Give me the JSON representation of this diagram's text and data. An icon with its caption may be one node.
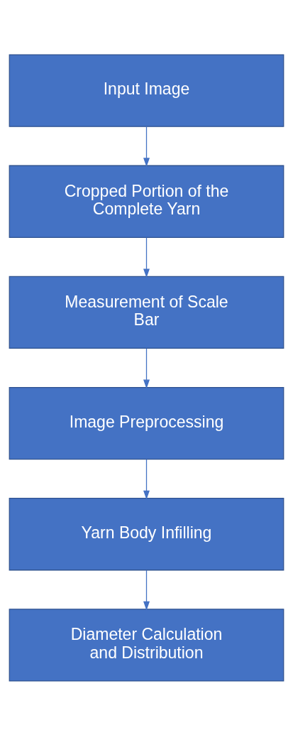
{
  "diagram": {
    "nodes": [
      {
        "text": [
          "Input Image"
        ]
      },
      {
        "text": [
          "Cropped Portion of the Complete Yarn"
        ]
      },
      {
        "text": [
          "Measurement of Scale Bar"
        ]
      },
      {
        "text": [
          "Image Preprocessing"
        ]
      },
      {
        "text": [
          "Yarn Body Infilling"
        ]
      },
      {
        "text": [
          "Diameter Calculation and Distribution"
        ]
      }
    ],
    "edges": [
      {
        "from": 0,
        "to": 1,
        "arrow": "to"
      },
      {
        "from": 1,
        "to": 2,
        "arrow": "to"
      },
      {
        "from": 2,
        "to": 3,
        "arrow": "to"
      },
      {
        "from": 3,
        "to": 4,
        "arrow": "to"
      },
      {
        "from": 4,
        "to": 5,
        "arrow": "to"
      }
    ]
  }
}
